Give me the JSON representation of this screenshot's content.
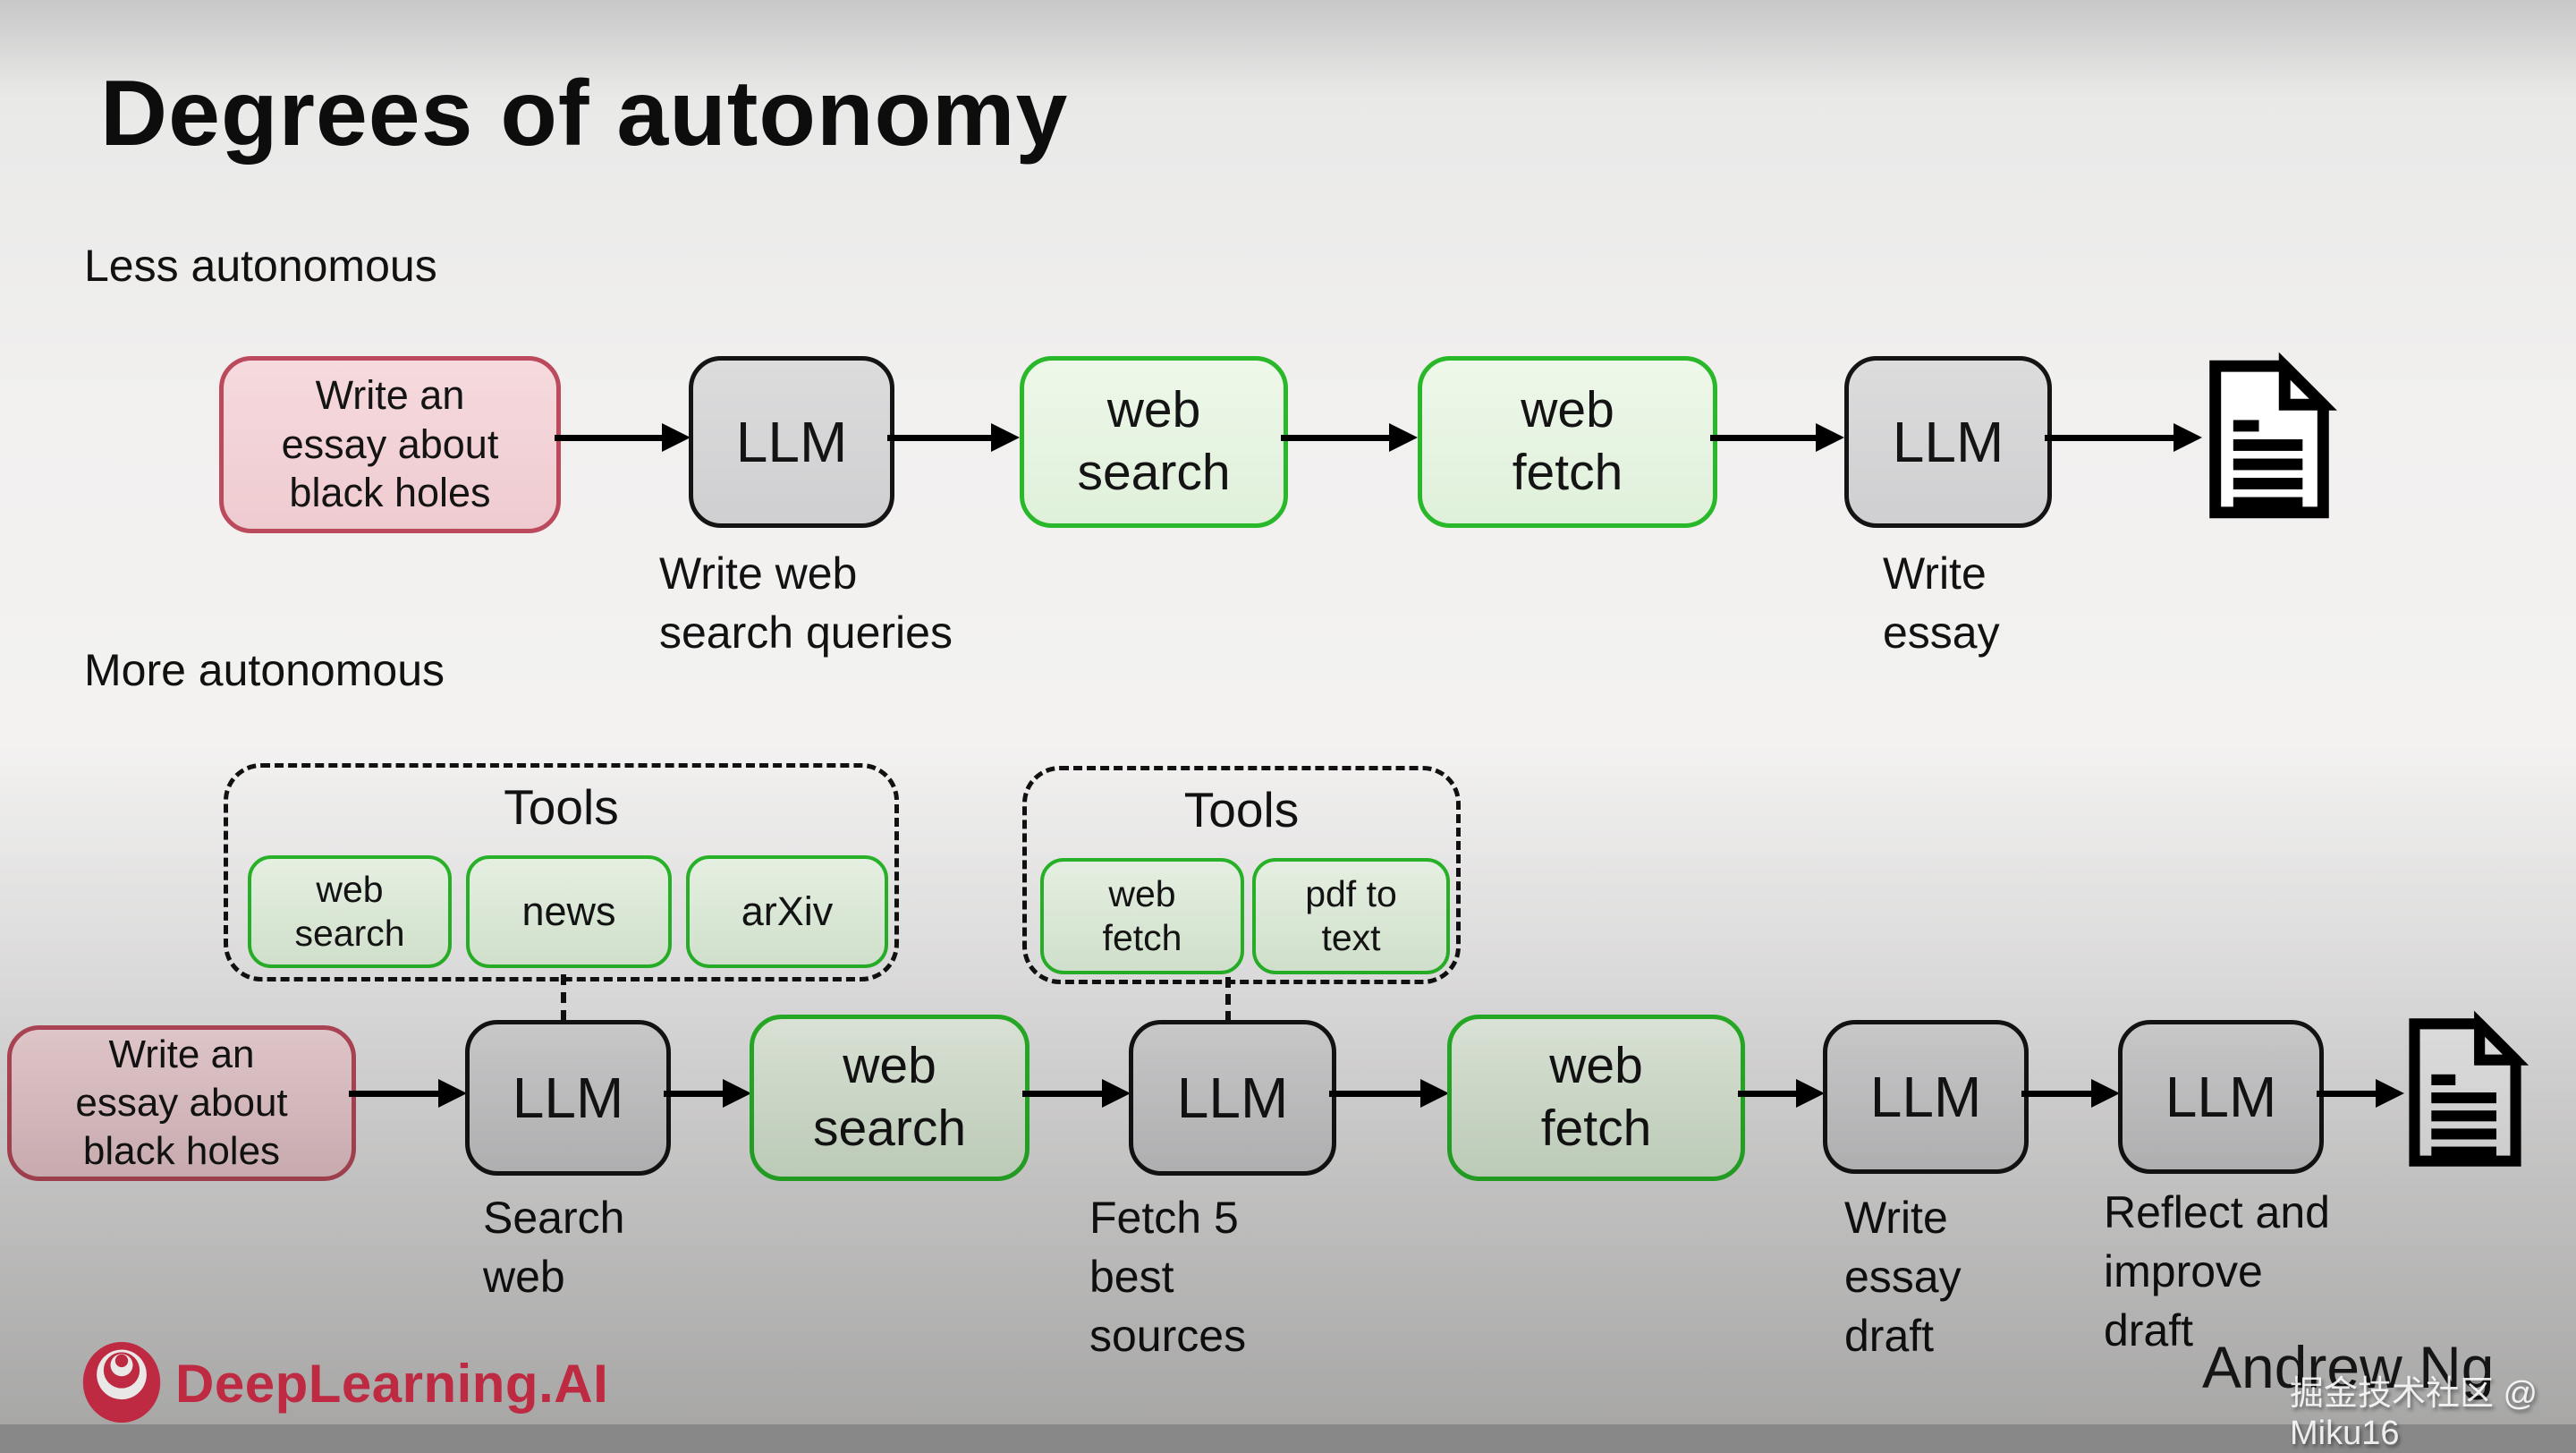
{
  "title": "Degrees of autonomy",
  "sections": {
    "less_heading": "Less autonomous",
    "more_heading": "More autonomous"
  },
  "flow_less": {
    "prompt": "Write an\nessay about\nblack holes",
    "llm1": "LLM",
    "web_search": "web\nsearch",
    "web_fetch": "web\nfetch",
    "llm2": "LLM",
    "llm1_caption": "Write web\nsearch queries",
    "llm2_caption": "Write\nessay"
  },
  "flow_more": {
    "prompt": "Write an\nessay about\nblack holes",
    "llm1": "LLM",
    "web_search": "web\nsearch",
    "llm2": "LLM",
    "web_fetch": "web\nfetch",
    "llm3": "LLM",
    "llm4": "LLM",
    "llm1_caption": "Search\nweb",
    "llm2_caption": "Fetch 5\nbest\nsources",
    "llm3_caption": "Write\nessay\ndraft",
    "llm4_caption": "Reflect and\nimprove\ndraft"
  },
  "toolbox1": {
    "title": "Tools",
    "items": [
      "web\nsearch",
      "news",
      "arXiv"
    ]
  },
  "toolbox2": {
    "title": "Tools",
    "items": [
      "web\nfetch",
      "pdf to\ntext"
    ]
  },
  "footer": {
    "brand": "DeepLearning.AI",
    "author": "Andrew Ng",
    "watermark": "掘金技术社区 @ Miku16"
  },
  "colors": {
    "tool_green_border": "#29b829",
    "tool_green_fill": "#e9f6e5",
    "prompt_pink_border": "#bb4a5c",
    "prompt_pink_fill": "#f4d7da",
    "llm_gray_fill": "#d6d6d7",
    "brand_red": "#bd2a41"
  }
}
